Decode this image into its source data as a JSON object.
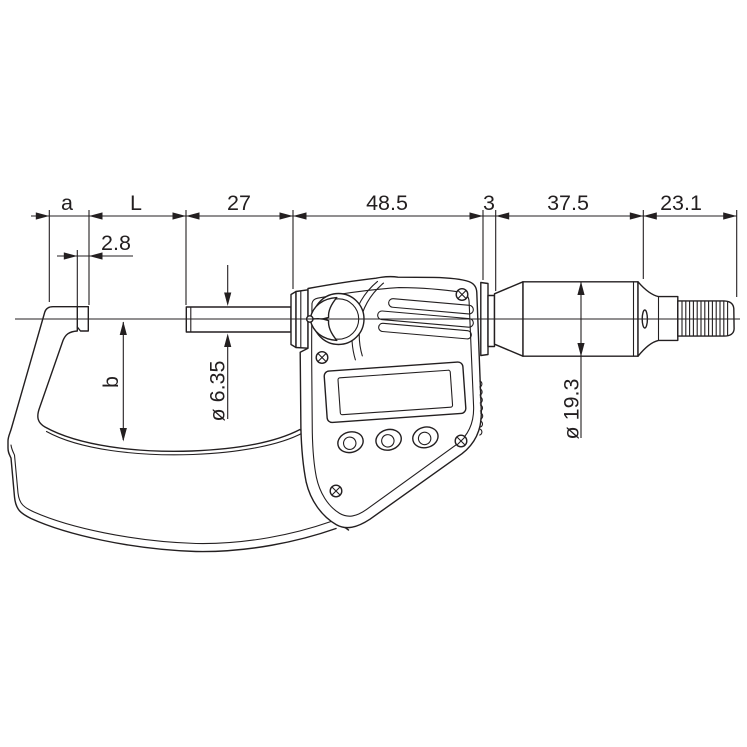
{
  "drawing": {
    "subject": "digital-outside-micrometer-dimensional-drawing",
    "background": "#ffffff",
    "line_color": "#231f20",
    "dims_horizontal": [
      {
        "id": "a",
        "label": "a"
      },
      {
        "id": "L",
        "label": "L"
      },
      {
        "id": "27",
        "label": "27"
      },
      {
        "id": "48_5",
        "label": "48.5"
      },
      {
        "id": "3",
        "label": "3"
      },
      {
        "id": "37_5",
        "label": "37.5"
      },
      {
        "id": "23_1",
        "label": "23.1"
      },
      {
        "id": "2_8",
        "label": "2.8"
      }
    ],
    "dims_vertical": [
      {
        "id": "b",
        "label": "b"
      },
      {
        "id": "dia_spindle",
        "label": "ø 6.35"
      },
      {
        "id": "dia_thimble",
        "label": "ø 19.3"
      }
    ]
  }
}
